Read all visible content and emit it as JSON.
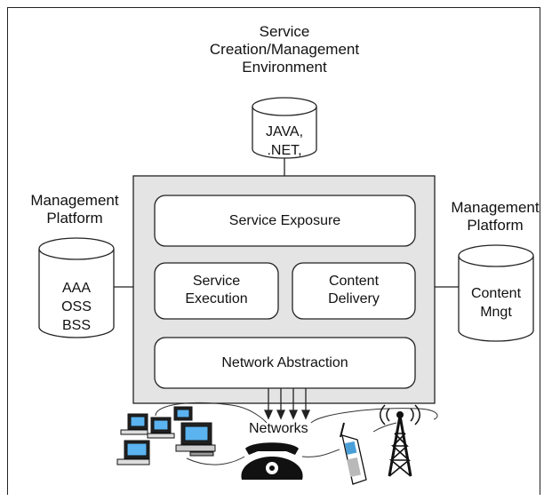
{
  "top_label": [
    "Service",
    "Creation/Management",
    "Environment"
  ],
  "top_db": [
    "JAVA,",
    ".NET,"
  ],
  "left_label": [
    "Management",
    "Platform"
  ],
  "left_db": [
    "AAA",
    "OSS",
    "BSS"
  ],
  "right_label": [
    "Management",
    "Platform"
  ],
  "right_db": [
    "Content",
    "Mngt"
  ],
  "core": {
    "exposure": "Service Exposure",
    "execution": [
      "Service",
      "Execution"
    ],
    "delivery": [
      "Content",
      "Delivery"
    ],
    "abstraction": "Network Abstraction"
  },
  "networks_label": "Networks",
  "icons": [
    "computer-icon",
    "telephone-icon",
    "mobile-phone-icon",
    "antenna-tower-icon"
  ]
}
